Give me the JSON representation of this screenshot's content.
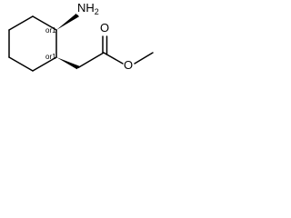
{
  "molecule": {
    "amine_label": {
      "main": "NH",
      "subscript": "2"
    },
    "ester_oxygen_label": "O",
    "carbonyl_oxygen_label": "O",
    "stereo_labels": [
      "or1",
      "or1"
    ]
  }
}
